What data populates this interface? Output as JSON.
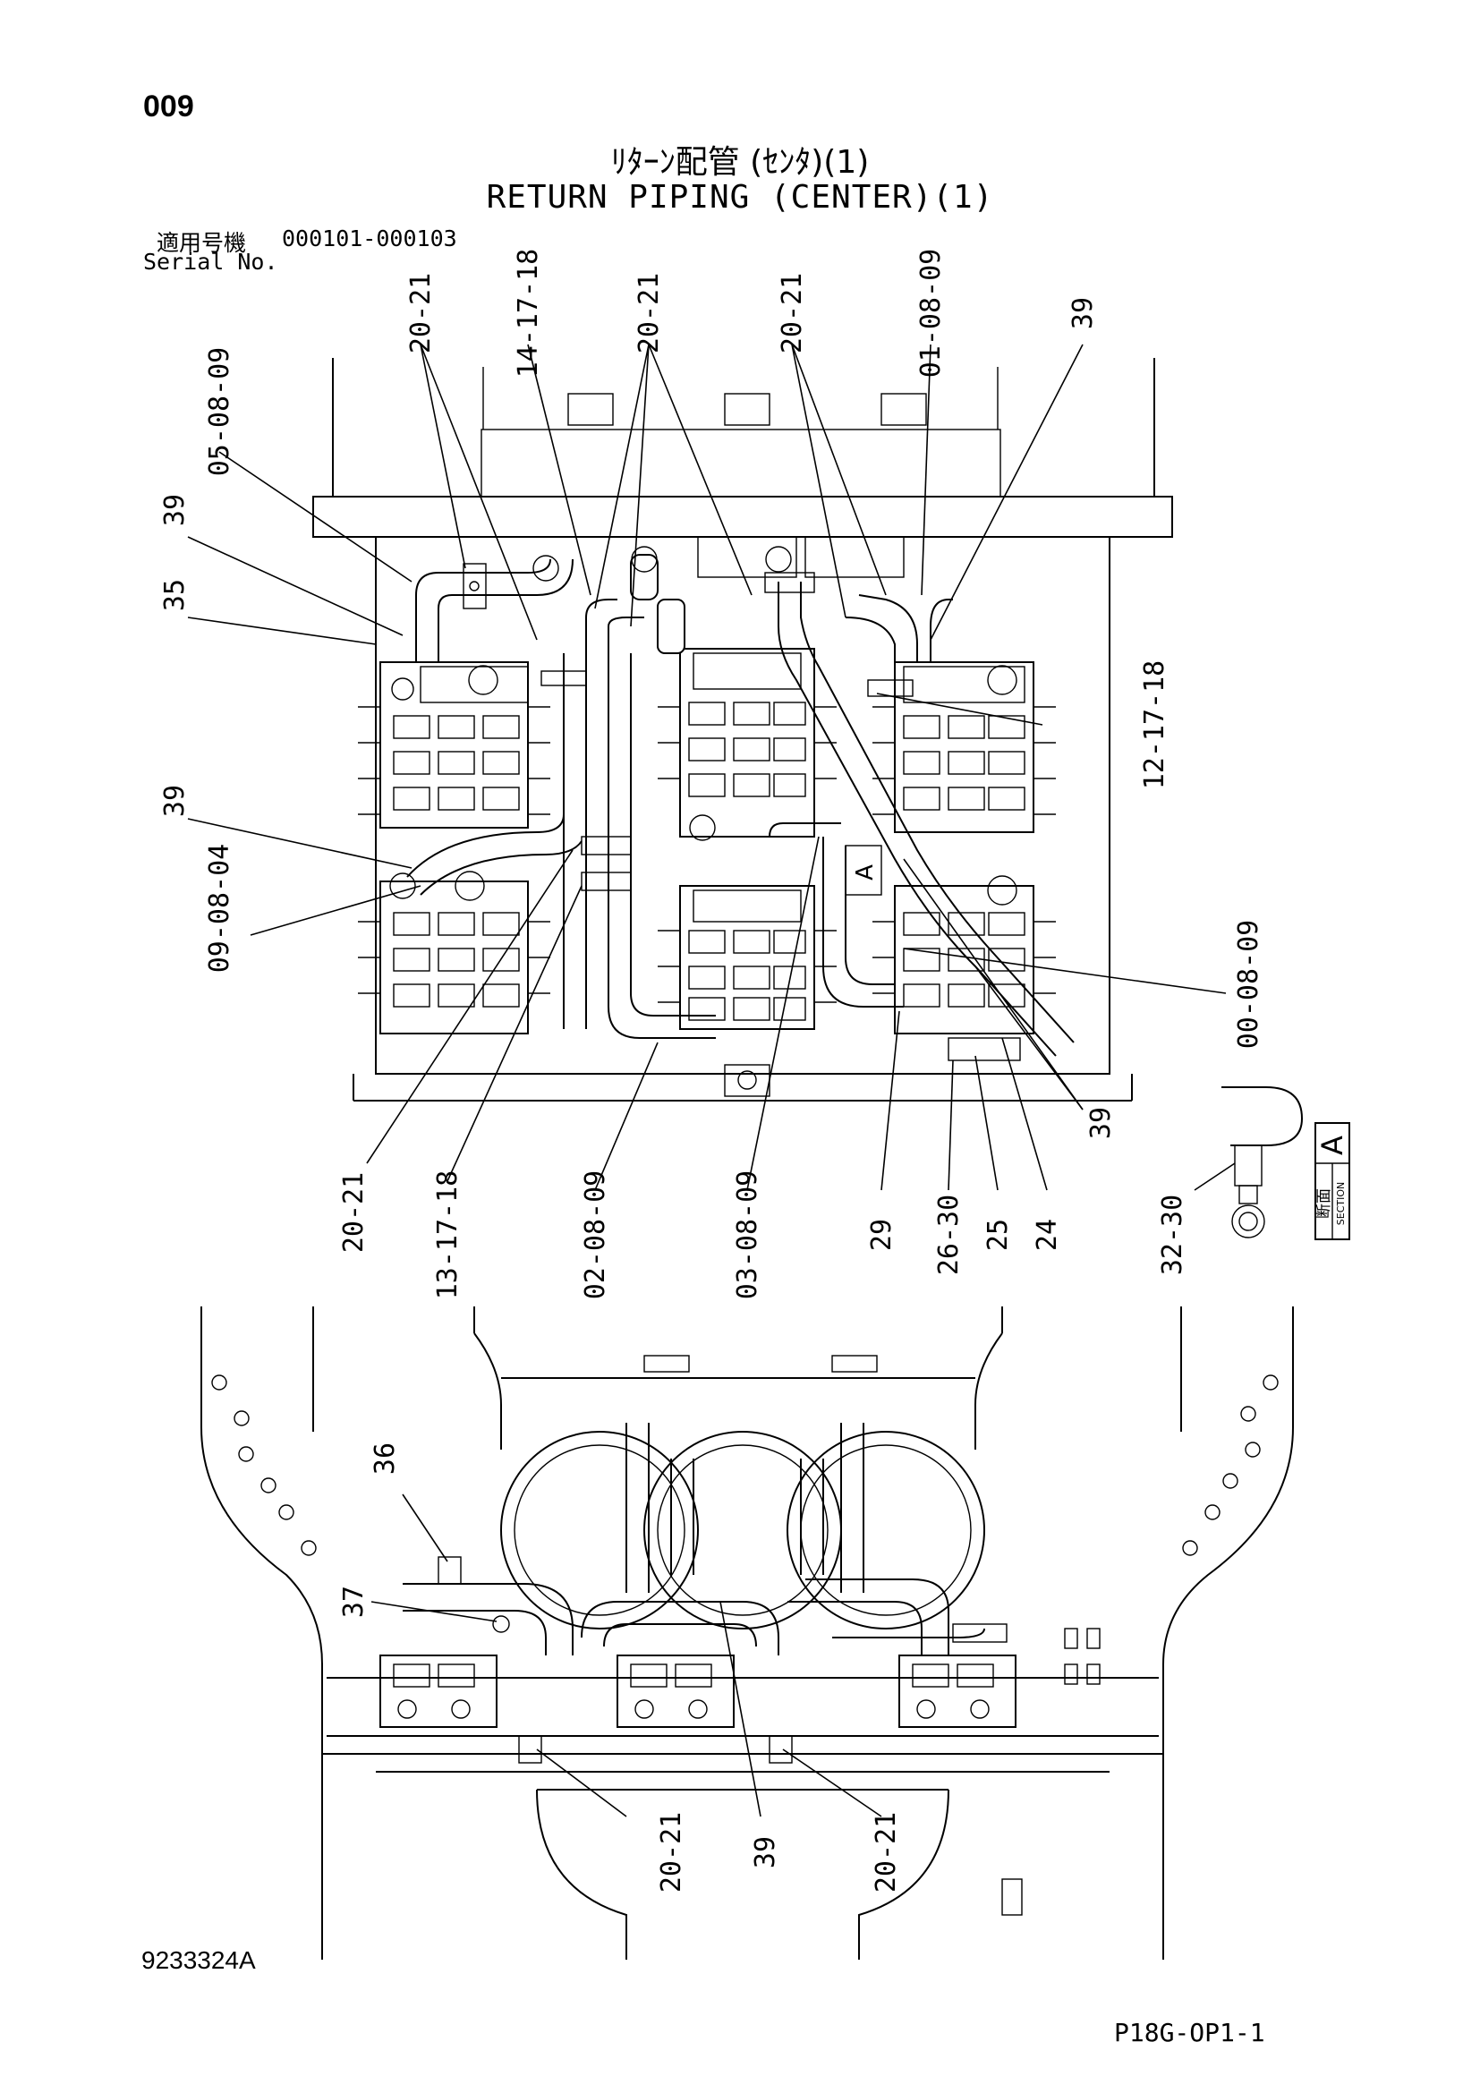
{
  "header": {
    "page_number": "009",
    "title_jp": "ﾘﾀｰﾝ配管 (ｾﾝﾀ)(1)",
    "title_en": "RETURN PIPING (CENTER)(1)",
    "serial_label_jp": "適用号機",
    "serial_label_en": "Serial No.",
    "serial_range": "000101-000103"
  },
  "footer": {
    "drawing_number": "9233324A",
    "page_code": "P18G-OP1-1"
  },
  "section_marker": {
    "jp": "断面",
    "en": "SECTION",
    "letter": "A"
  },
  "flow_arrow_letter": "A",
  "callouts_top_view": [
    "20-21",
    "14-17-18",
    "20-21",
    "20-21",
    "01-08-09",
    "39",
    "05-08-09",
    "39",
    "35",
    "12-17-18",
    "39",
    "09-08-04",
    "00-08-09",
    "39",
    "20-21",
    "13-17-18",
    "02-08-09",
    "03-08-09",
    "29",
    "26-30",
    "25",
    "24",
    "32-30"
  ],
  "callouts_bottom_view": [
    "36",
    "37",
    "20-21",
    "39",
    "20-21"
  ]
}
